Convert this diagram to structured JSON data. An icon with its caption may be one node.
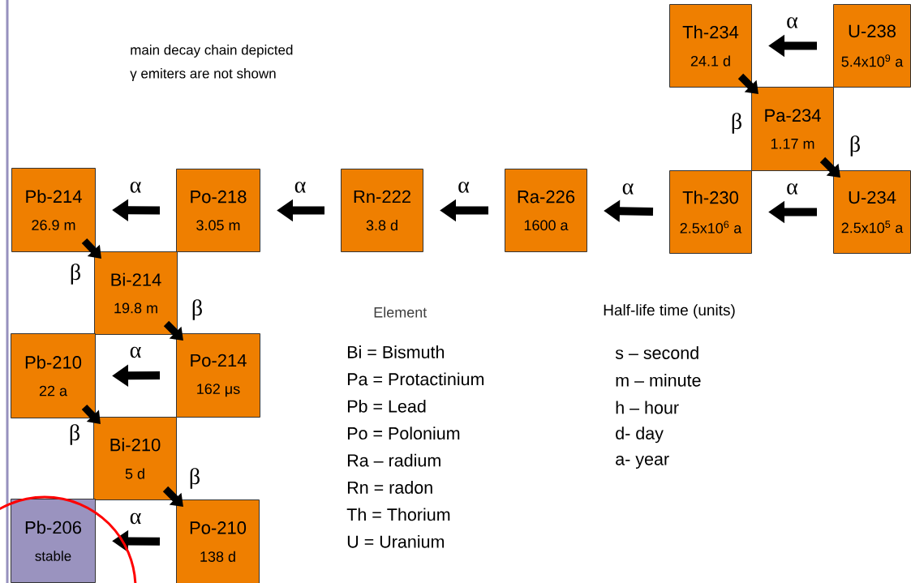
{
  "diagram": {
    "nodes": [
      {
        "text": [
          "U-238",
          "5.4x10$^{9}$ a"
        ]
      },
      {
        "text": [
          "Th-234",
          "24.1 d"
        ]
      },
      {
        "text": [
          "Pa-234",
          "1.17 m"
        ]
      },
      {
        "text": [
          "U-234",
          "2.5x10$^{5}$ a"
        ]
      },
      {
        "text": [
          "Th-230",
          "2.5x10$^{6}$ a"
        ]
      },
      {
        "text": [
          "Ra-226",
          "1600 a"
        ]
      },
      {
        "text": [
          "Rn-222",
          "3.8 d"
        ]
      },
      {
        "text": [
          "Po-218",
          "3.05 m"
        ]
      },
      {
        "text": [
          "Pb-214",
          "26.9 m"
        ]
      },
      {
        "text": [
          "Bi-214",
          "19.8 m"
        ]
      },
      {
        "text": [
          "Po-214",
          "162 μs"
        ]
      },
      {
        "text": [
          "Pb-210",
          "22 a"
        ]
      },
      {
        "text": [
          "Bi-210",
          "5 d"
        ]
      },
      {
        "text": [
          "Po-210",
          "138 d"
        ]
      },
      {
        "text": [
          "Pb-206",
          "stable"
        ]
      }
    ],
    "edges": [
      {
        "from": 0,
        "to": 1,
        "arrow": "to",
        "label": "α"
      },
      {
        "from": 1,
        "to": 2,
        "arrow": "to",
        "label": "β"
      },
      {
        "from": 2,
        "to": 3,
        "arrow": "to",
        "label": "β"
      },
      {
        "from": 3,
        "to": 4,
        "arrow": "to",
        "label": "α"
      },
      {
        "from": 4,
        "to": 5,
        "arrow": "to",
        "label": "α"
      },
      {
        "from": 5,
        "to": 6,
        "arrow": "to",
        "label": "α"
      },
      {
        "from": 6,
        "to": 7,
        "arrow": "to",
        "label": "α"
      },
      {
        "from": 7,
        "to": 8,
        "arrow": "to",
        "label": "α"
      },
      {
        "from": 8,
        "to": 9,
        "arrow": "to",
        "label": "β"
      },
      {
        "from": 9,
        "to": 10,
        "arrow": "to",
        "label": "β"
      },
      {
        "from": 10,
        "to": 11,
        "arrow": "to",
        "label": "α"
      },
      {
        "from": 11,
        "to": 12,
        "arrow": "to",
        "label": "β"
      },
      {
        "from": 12,
        "to": 13,
        "arrow": "to",
        "label": "β"
      },
      {
        "from": 13,
        "to": 14,
        "arrow": "to",
        "label": "α"
      }
    ],
    "labels": [
      "main decay chain depicted",
      "γ emiters are not shown",
      "Element",
      "Bi = Bismuth",
      "Pa = Protactinium",
      "Pb = Lead",
      "Po = Polonium",
      "Ra – radium",
      "Rn = radon",
      "Th = Thorium",
      "U = Uranium",
      "Half-life time (units)",
      "s – second",
      "m – minute",
      "h – hour",
      "d- day",
      "a- year"
    ]
  }
}
